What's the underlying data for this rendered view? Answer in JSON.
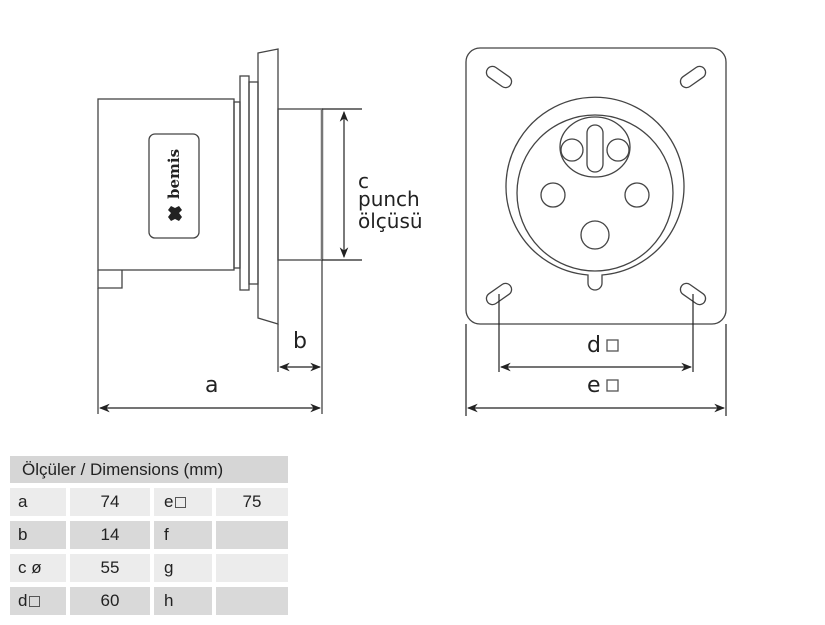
{
  "drawing": {
    "brand_logo_text": "bemis",
    "labels": {
      "a": "a",
      "b": "b",
      "c_line1": "c",
      "c_line2": "punch",
      "c_line3": "ölçüsü",
      "d": "d",
      "e": "e"
    }
  },
  "table": {
    "title": "Ölçüler / Dimensions (mm)",
    "rows": [
      {
        "k1": "a",
        "v1": "74",
        "k2": "e",
        "k2_square": true,
        "v2": "75"
      },
      {
        "k1": "b",
        "v1": "14",
        "k2": "f",
        "v2": ""
      },
      {
        "k1": "c ø",
        "v1": "55",
        "k2": "g",
        "v2": ""
      },
      {
        "k1": "d",
        "k1_square": true,
        "v1": "60",
        "k2": "h",
        "v2": ""
      }
    ]
  }
}
